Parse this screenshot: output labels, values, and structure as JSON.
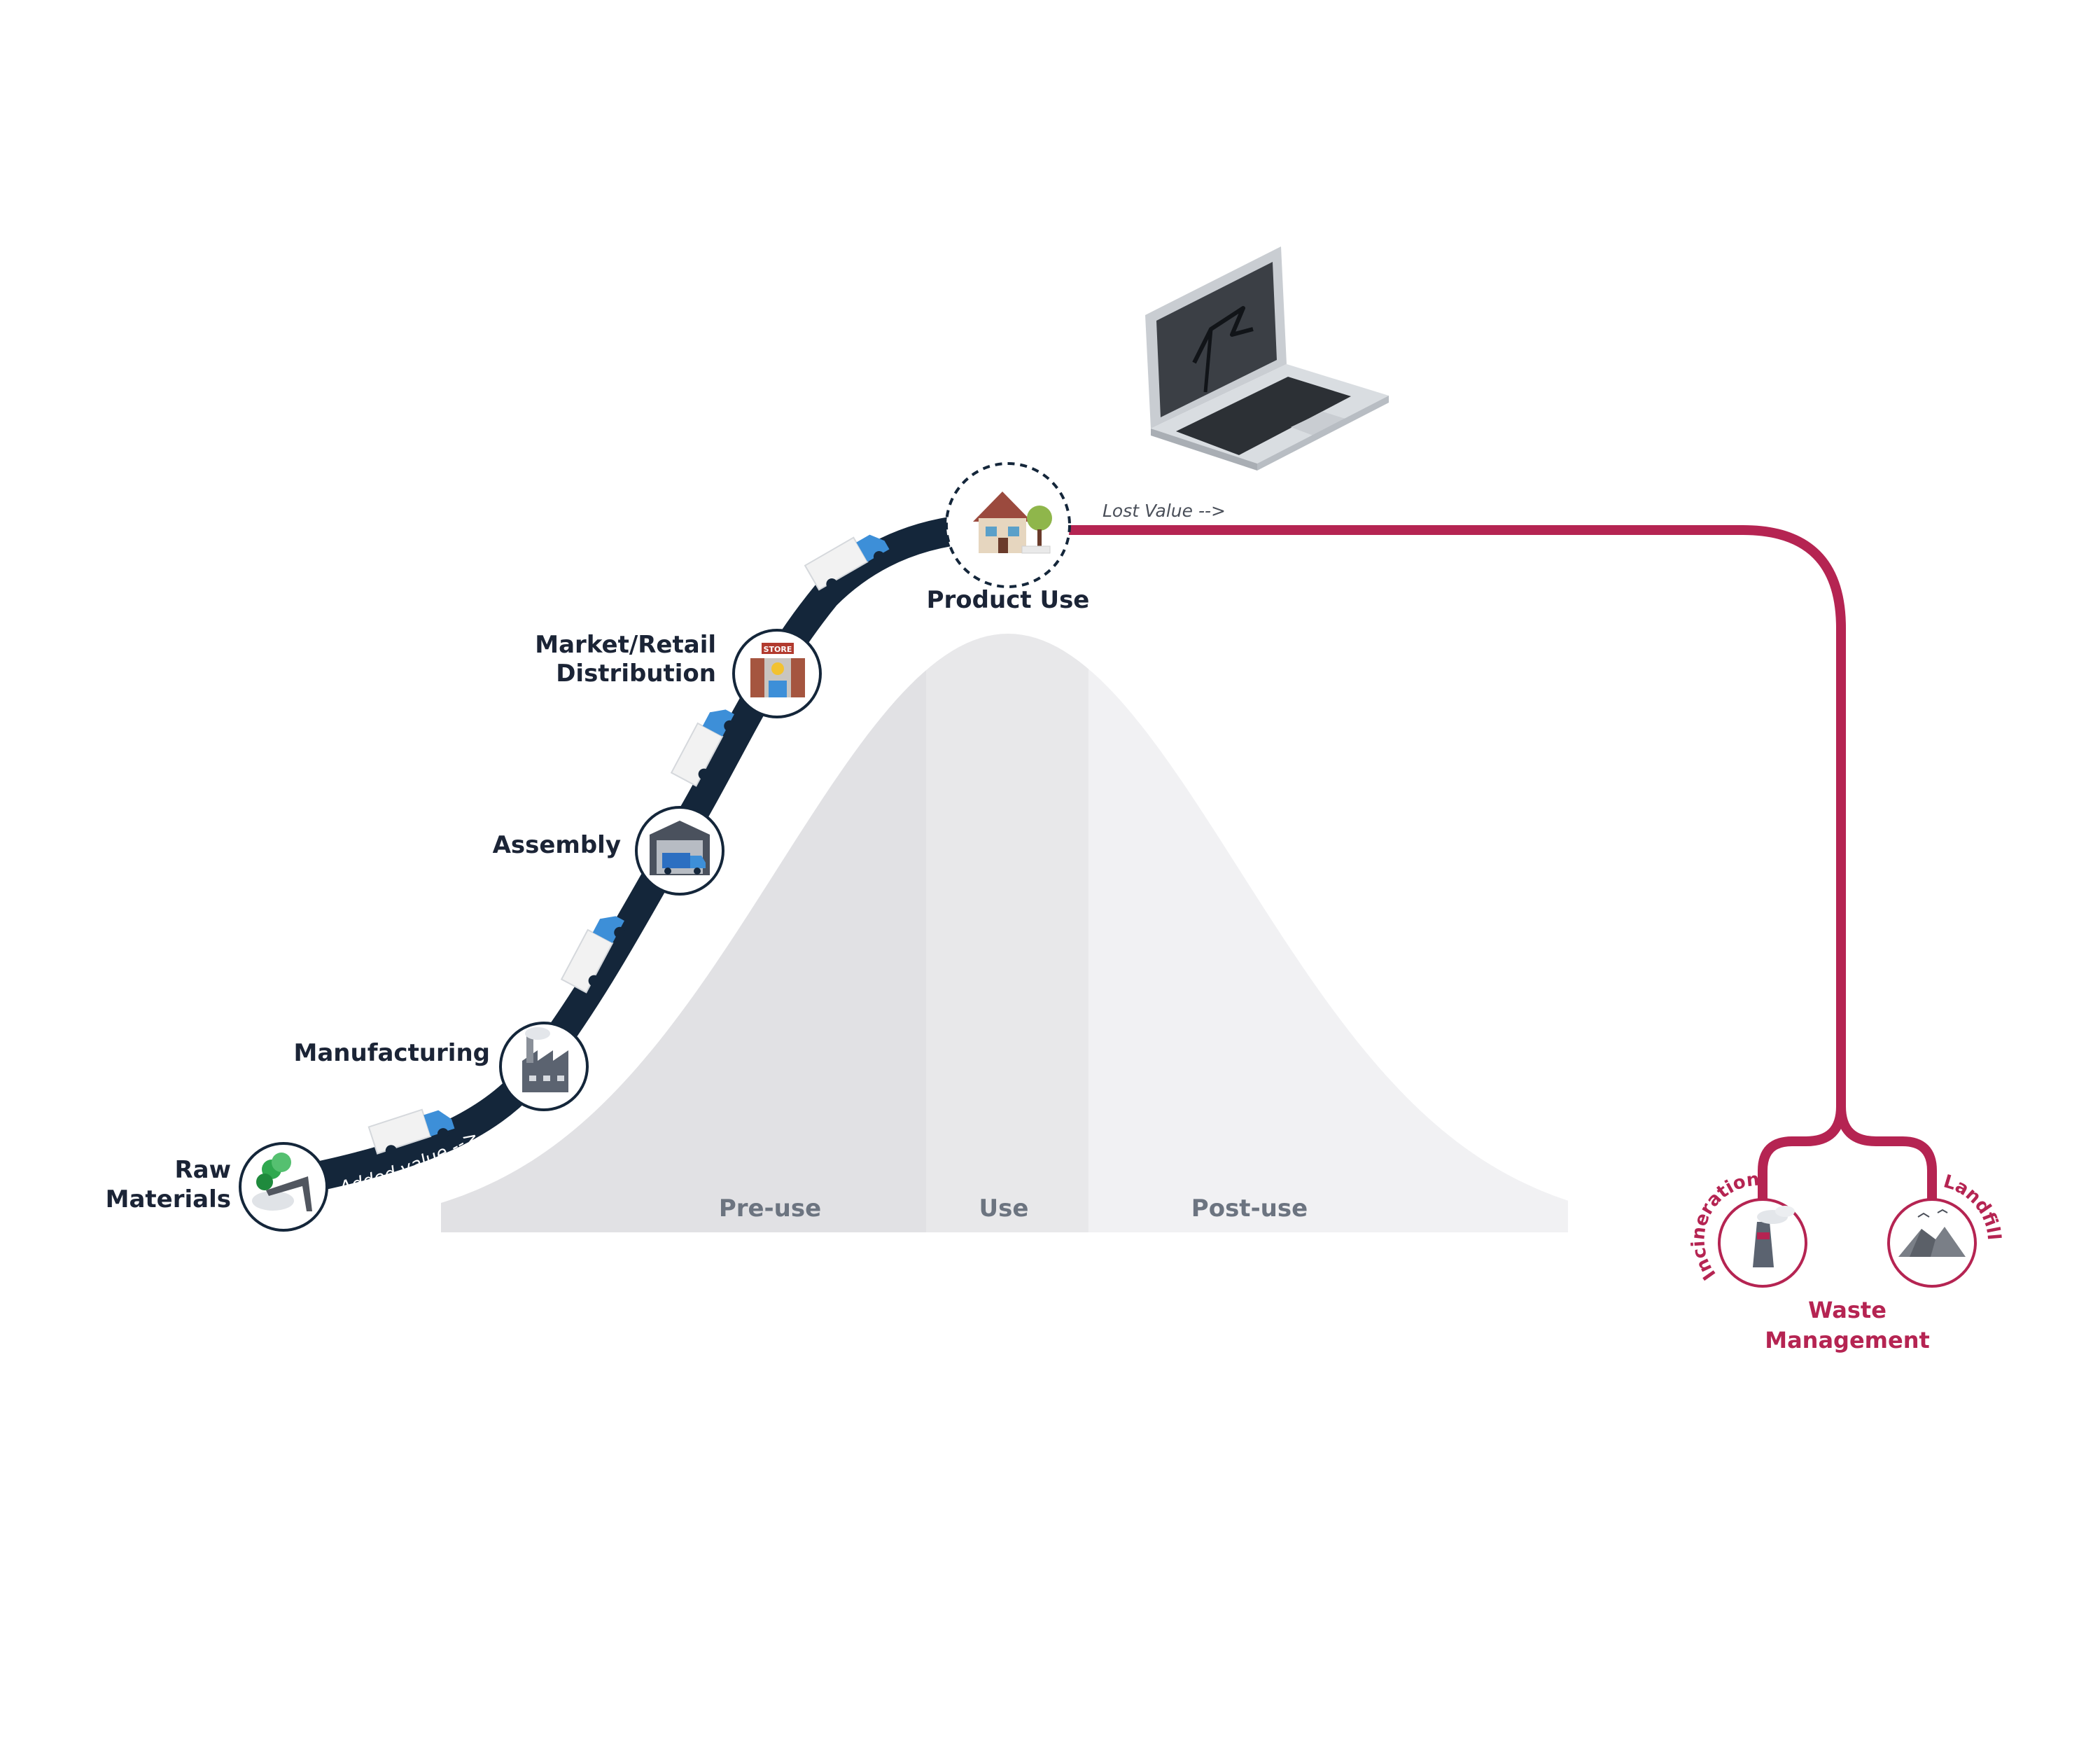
{
  "stages": {
    "raw_materials": {
      "line1": "Raw",
      "line2": "Materials"
    },
    "manufacturing": "Manufacturing",
    "assembly": "Assembly",
    "market": {
      "line1": "Market/Retail",
      "line2": "Distribution"
    },
    "product_use": "Product Use"
  },
  "path_labels": {
    "added_value": "Added value -->",
    "lost_value": "Lost Value -->"
  },
  "zones": {
    "pre_use": "Pre-use",
    "use": "Use",
    "post_use": "Post-use"
  },
  "waste": {
    "incineration": "Incineration",
    "landfill": "Landfill",
    "title_line1": "Waste",
    "title_line2": "Management"
  },
  "icons": {
    "store_sign": "STORE"
  },
  "colors": {
    "added_value_path": "#14263a",
    "lost_value_path": "#b52452",
    "truck_accent": "#3d8fd8",
    "curve_pre": "#e1e1e4",
    "curve_use": "#e8e8ea",
    "curve_post": "#f1f1f3"
  }
}
